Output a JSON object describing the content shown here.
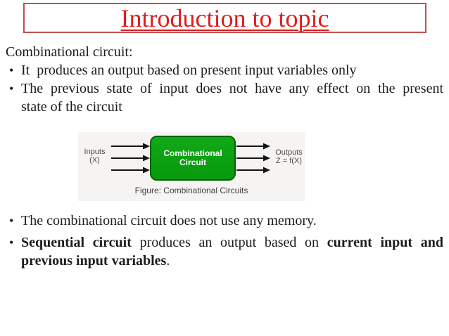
{
  "title": {
    "text": "Introduction to topic"
  },
  "glyphs": {
    "bullet": "•"
  },
  "body": {
    "heading": "Combinational circuit:",
    "bullet1": "It  produces an output based on present input variables only",
    "bullet2": {
      "line1": "The previous state of input does not have any effect on the present",
      "line2": "state of the circuit"
    }
  },
  "lower": {
    "bullet3": "The combinational circuit does not use any memory.",
    "bullet4": {
      "line1": {
        "bold_start": "Sequential circuit",
        "middle": " produces an output based on ",
        "bold_end": "current input and"
      },
      "line2": {
        "bold": "previous input variables",
        "period": "."
      }
    }
  },
  "diagram": {
    "inputs_line1": "Inputs",
    "inputs_line2": "(X)",
    "box_line1": "Combinational",
    "box_line2": "Circuit",
    "outputs_line1": "Outputs",
    "outputs_line2": "Z = f(X)",
    "caption": "Figure: Combinational Circuits"
  },
  "colors": {
    "title_red": "#e01c1c",
    "title_box_border": "#c0504d",
    "body_text": "#1c1c1c",
    "diagram_background": "#f5f4f2",
    "circuit_green": "#0aa010",
    "circuit_green_border": "#07610b",
    "diagram_label_gray": "#4a4a4a",
    "arrow_black": "#141414"
  }
}
